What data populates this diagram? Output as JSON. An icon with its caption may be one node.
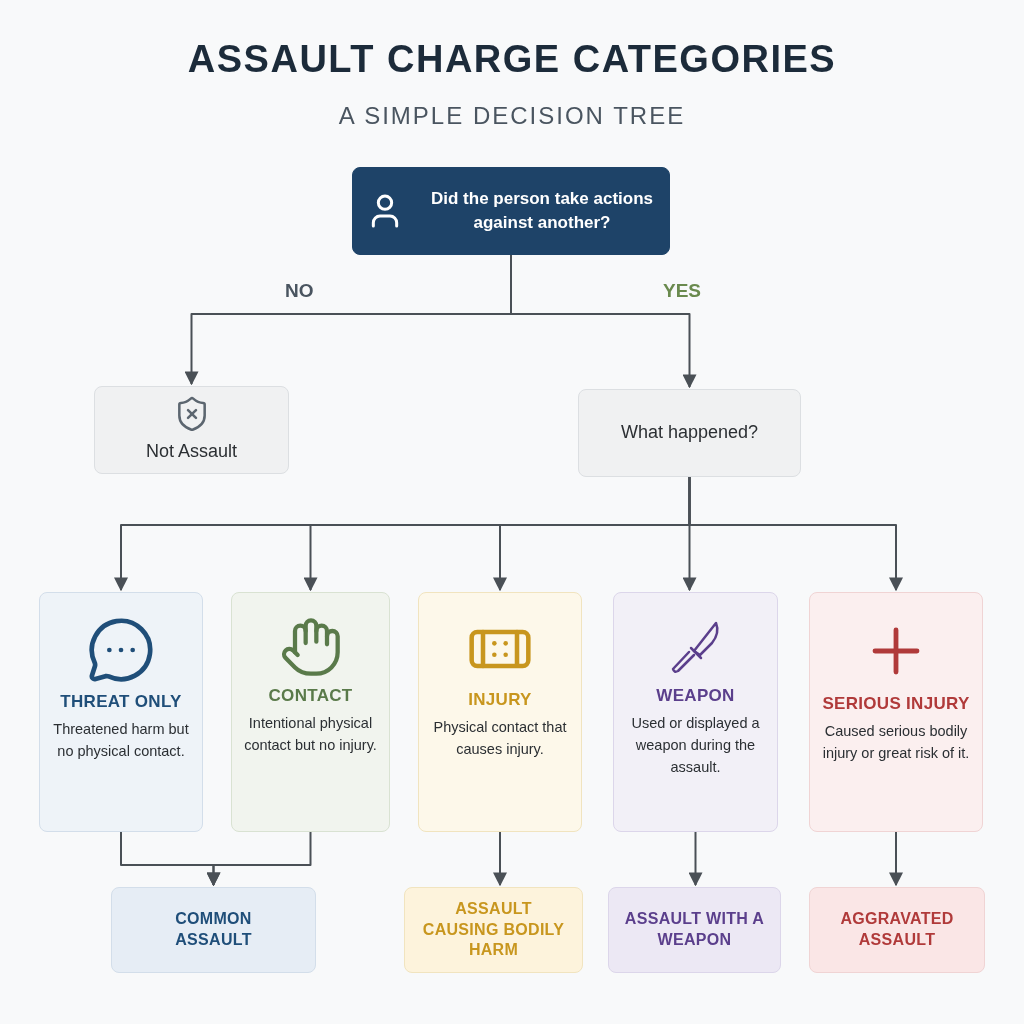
{
  "diagram": {
    "title": "ASSAULT CHARGE CATEGORIES",
    "caption": "A SIMPLE DECISION TREE",
    "nodes": [
      {
        "text": [
          "Did the person take actions against another?"
        ]
      },
      {
        "text": [
          "Not Assault"
        ]
      },
      {
        "text": [
          "What happened?"
        ]
      },
      {
        "text": [
          "THREAT ONLY",
          "Threatened harm but no physical contact."
        ]
      },
      {
        "text": [
          "CONTACT",
          "Intentional physical contact but no injury."
        ]
      },
      {
        "text": [
          "INJURY",
          "Physical contact that causes injury."
        ]
      },
      {
        "text": [
          "WEAPON",
          "Used or displayed a weapon during the assault."
        ]
      },
      {
        "text": [
          "SERIOUS INJURY",
          "Caused serious bodily injury or great risk of it."
        ]
      },
      {
        "text": [
          "COMMON ASSAULT"
        ]
      },
      {
        "text": [
          "ASSAULT CAUSING BODILY HARM"
        ]
      },
      {
        "text": [
          "ASSAULT WITH A WEAPON"
        ]
      },
      {
        "text": [
          "AGGRAVATED ASSAULT"
        ]
      }
    ],
    "edges": [
      {
        "from": 0,
        "to": 1,
        "arrow": "to",
        "label": "NO"
      },
      {
        "from": 0,
        "to": 2,
        "arrow": "to",
        "label": "YES"
      },
      {
        "from": 2,
        "to": 3,
        "arrow": "to"
      },
      {
        "from": 2,
        "to": 4,
        "arrow": "to"
      },
      {
        "from": 2,
        "to": 5,
        "arrow": "to"
      },
      {
        "from": 2,
        "to": 6,
        "arrow": "to"
      },
      {
        "from": 2,
        "to": 7,
        "arrow": "to"
      },
      {
        "from": 3,
        "to": 8,
        "arrow": "to"
      },
      {
        "from": 4,
        "to": 8,
        "arrow": "to"
      },
      {
        "from": 5,
        "to": 9,
        "arrow": "to"
      },
      {
        "from": 6,
        "to": 10,
        "arrow": "to"
      },
      {
        "from": 7,
        "to": 11,
        "arrow": "to"
      }
    ]
  }
}
